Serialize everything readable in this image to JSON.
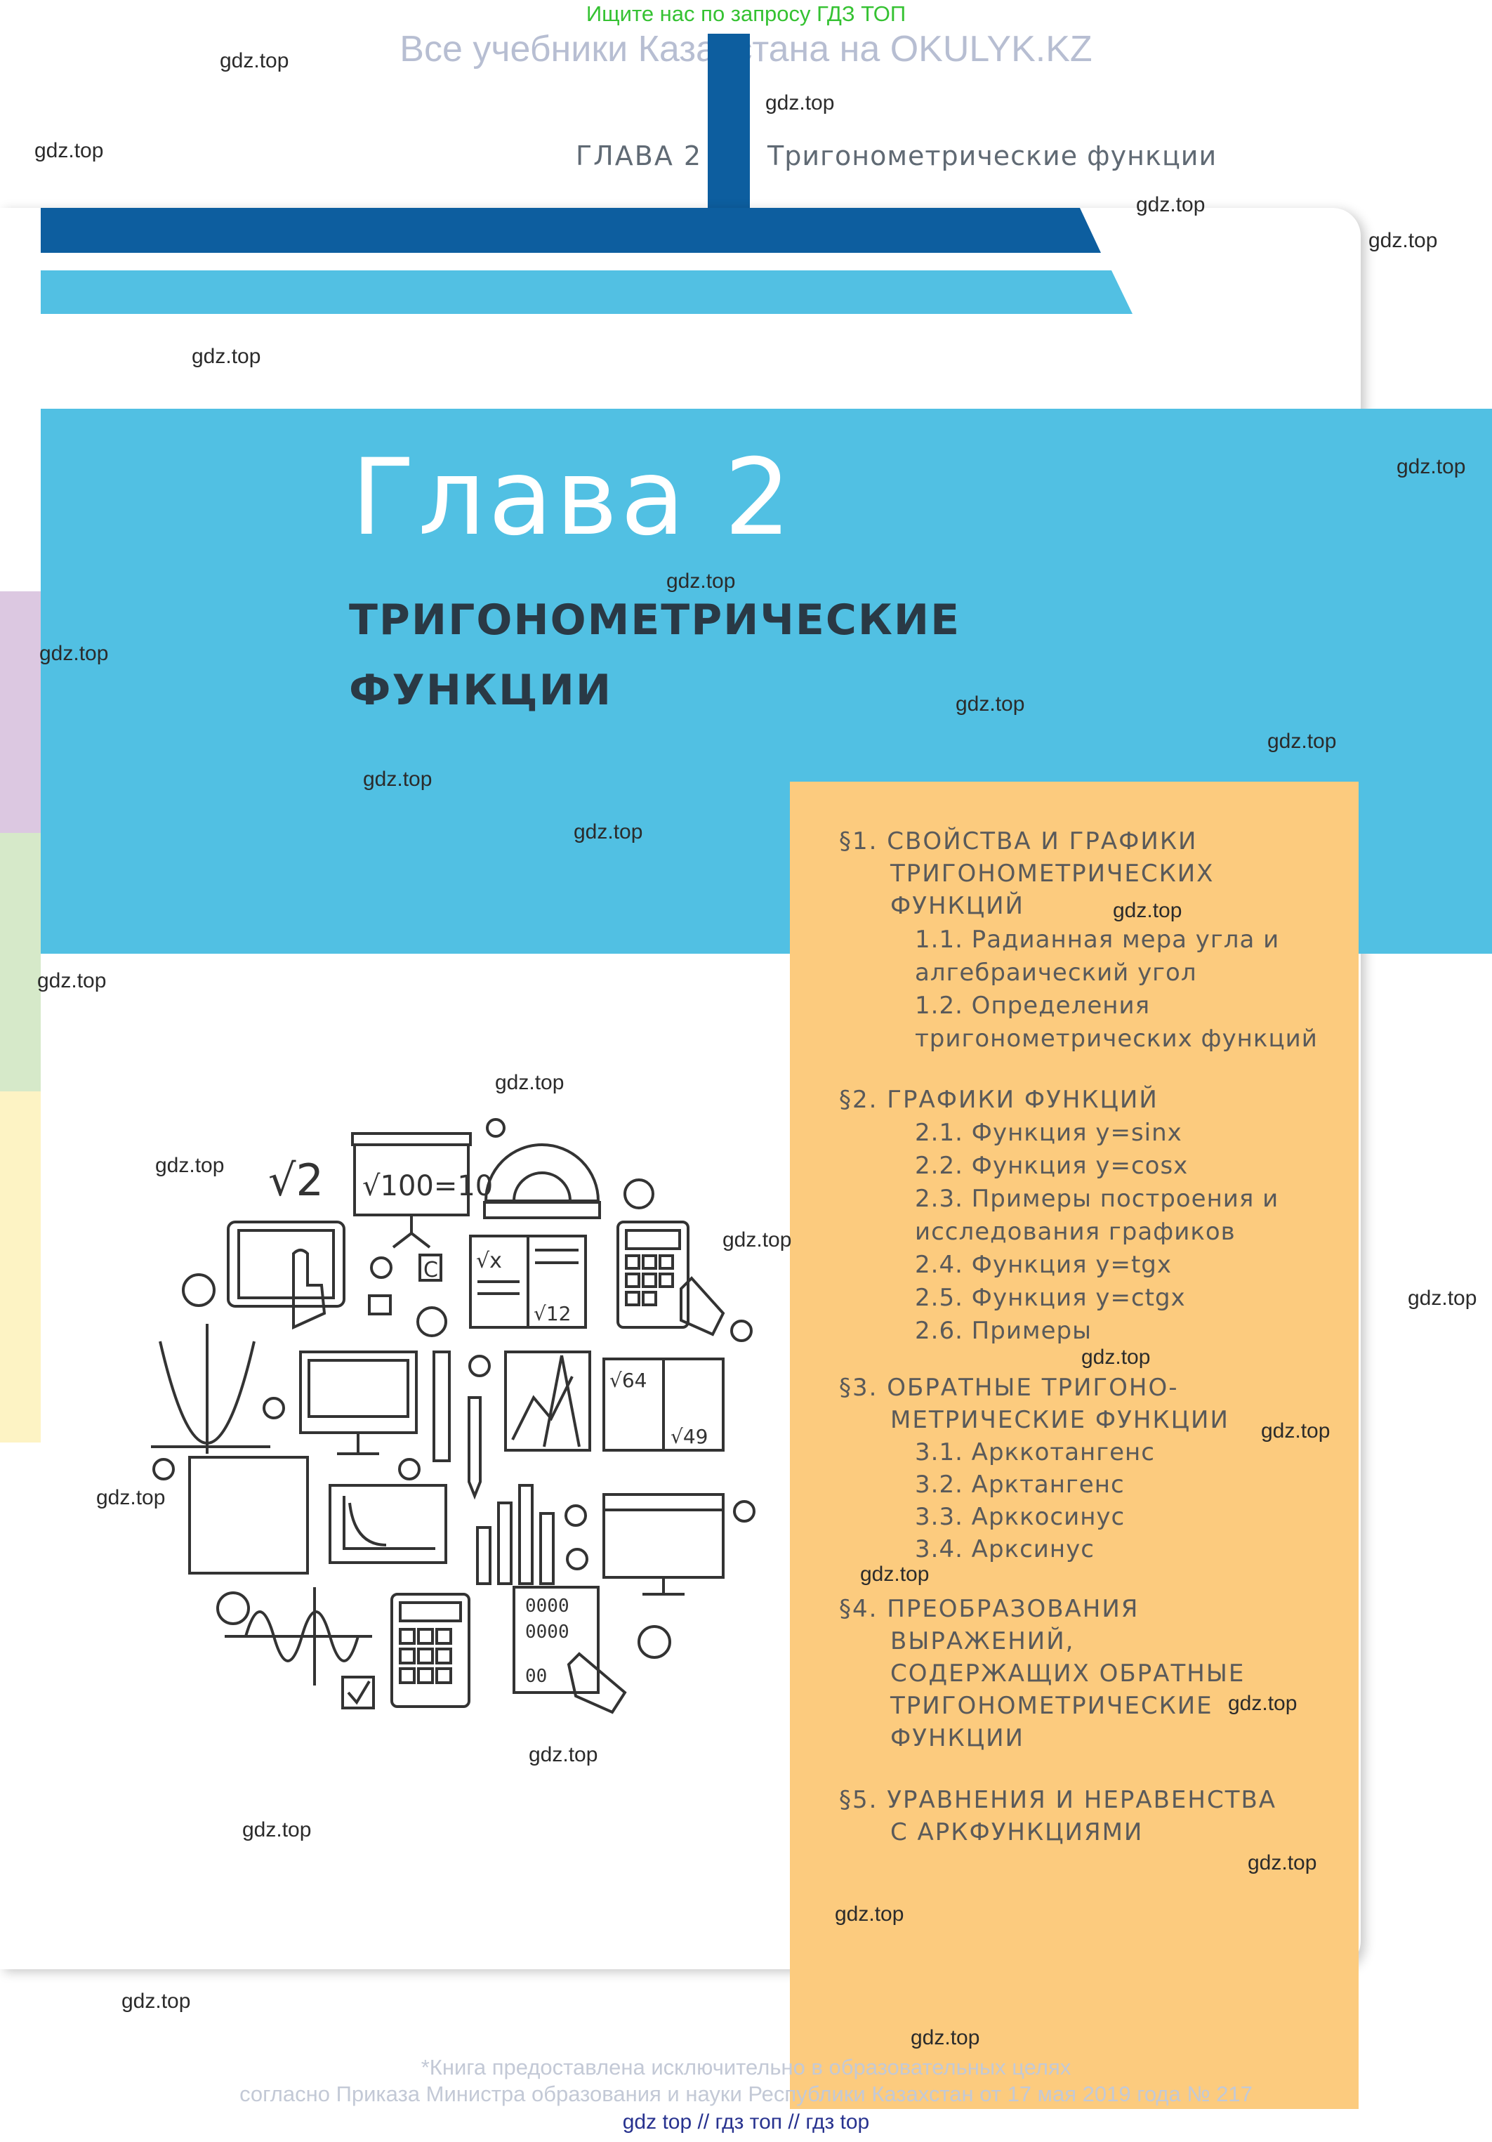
{
  "header": {
    "search_hint": "Ищите нас по запросу ГДЗ ТОП",
    "site_title": "Все учебники Казахстана на OKULYK.KZ",
    "running_chapter": "ГЛАВА 2",
    "running_topic": "Тригонометрические функции"
  },
  "chapter": {
    "title": "Глава 2",
    "subtitle_line1": "ТРИГОНОМЕТРИЧЕСКИЕ",
    "subtitle_line2": "ФУНКЦИИ"
  },
  "toc": {
    "items": [
      {
        "text": "§1.  СВОЙСТВА И ГРАФИКИ"
      },
      {
        "text": "ТРИГОНОМЕТРИЧЕСКИХ"
      },
      {
        "text": "ФУНКЦИЙ"
      },
      {
        "text": "1.1. Радианная мера угла и"
      },
      {
        "text": "алгебраический угол"
      },
      {
        "text": "1.2. Определения"
      },
      {
        "text": "тригонометрических функций"
      },
      {
        "text": "§2.  ГРАФИКИ ФУНКЦИЙ"
      },
      {
        "text": "2.1. Функция y=sinx"
      },
      {
        "text": "2.2. Функция y=cosx"
      },
      {
        "text": "2.3. Примеры построения и"
      },
      {
        "text": "исследования графиков"
      },
      {
        "text": "2.4. Функция y=tgx"
      },
      {
        "text": "2.5. Функция y=ctgx"
      },
      {
        "text": "2.6. Примеры"
      },
      {
        "text": "§3.  ОБРАТНЫЕ ТРИГОНО-"
      },
      {
        "text": "МЕТРИЧЕСКИЕ ФУНКЦИИ"
      },
      {
        "text": "3.1. Арккотангенс"
      },
      {
        "text": "3.2. Арктангенс"
      },
      {
        "text": "3.3. Арккосинус"
      },
      {
        "text": "3.4. Арксинус"
      },
      {
        "text": "§4.  ПРЕОБРАЗОВАНИЯ"
      },
      {
        "text": "ВЫРАЖЕНИЙ,"
      },
      {
        "text": "СОДЕРЖАЩИХ ОБРАТНЫЕ"
      },
      {
        "text": "ТРИГОНОМЕТРИЧЕСКИЕ"
      },
      {
        "text": "ФУНКЦИИ"
      },
      {
        "text": "§5.  УРАВНЕНИЯ И НЕРАВЕНСТВА"
      },
      {
        "text": "С АРКФУНКЦИЯМИ"
      }
    ]
  },
  "illustration": {
    "sqrt2": "√2",
    "board_formula": "√100=10",
    "calc_key": "C",
    "book_sqrt_x": "√x",
    "book_sqrt_12": "√12",
    "book_sqrt_64": "√64",
    "book_sqrt_49": "√49",
    "counter_top": "0000",
    "counter_mid": "0000",
    "counter_bot": "00"
  },
  "watermark_text": "gdz.top",
  "footer": {
    "line1": "*Книга предоставлена исключительно в образовательных целях",
    "line2": "согласно Приказа Министра образования и науки Республики Казахстан от 17 мая 2019 года № 217",
    "links": "gdz top  //  гдз топ  //  гдз top"
  },
  "colors": {
    "dark_blue": "#0d5e9f",
    "cyan": "#51c0e3",
    "toc_bg": "#fccb7e",
    "tab_purple": "#dcc8e1",
    "tab_green": "#d6e9c9",
    "tab_yellow": "#fdf3c4"
  }
}
